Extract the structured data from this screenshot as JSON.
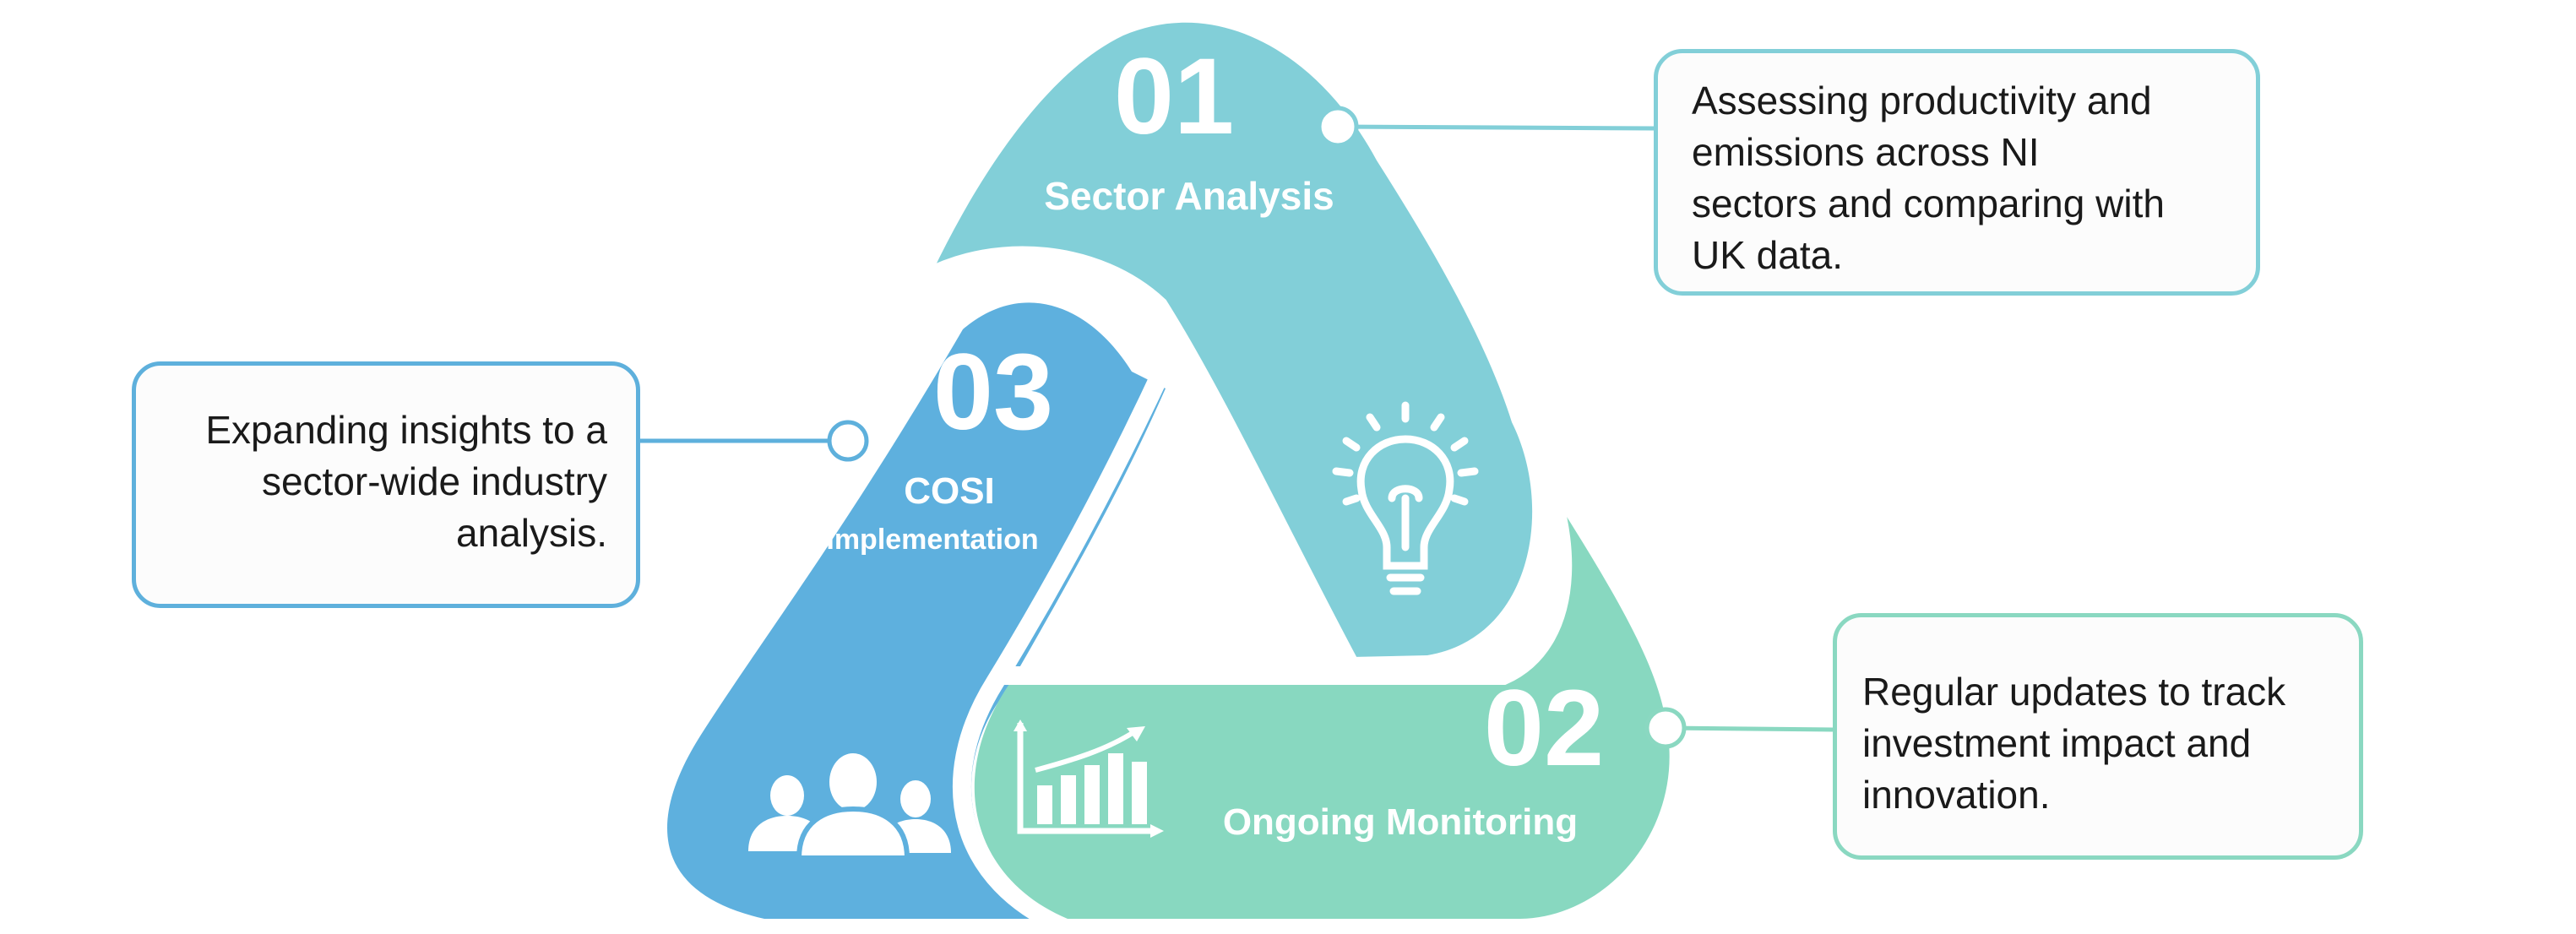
{
  "colors": {
    "segment_01": "#82cfd8",
    "segment_02": "#88d8c0",
    "segment_03": "#5eb0de"
  },
  "steps": [
    {
      "number": "01",
      "title": "Sector Analysis",
      "icon": "lightbulb-icon",
      "description": [
        "Assessing productivity and",
        "emissions across NI",
        "sectors and comparing with",
        "UK data."
      ]
    },
    {
      "number": "02",
      "title": "Ongoing Monitoring",
      "icon": "growth-chart-icon",
      "description": [
        "Regular updates to track",
        "investment impact and",
        "innovation."
      ]
    },
    {
      "number": "03",
      "title_line1": "COSI",
      "title_line2": "Implementation",
      "icon": "people-group-icon",
      "description": [
        "Expanding insights to a",
        "sector-wide industry",
        "analysis."
      ]
    }
  ]
}
